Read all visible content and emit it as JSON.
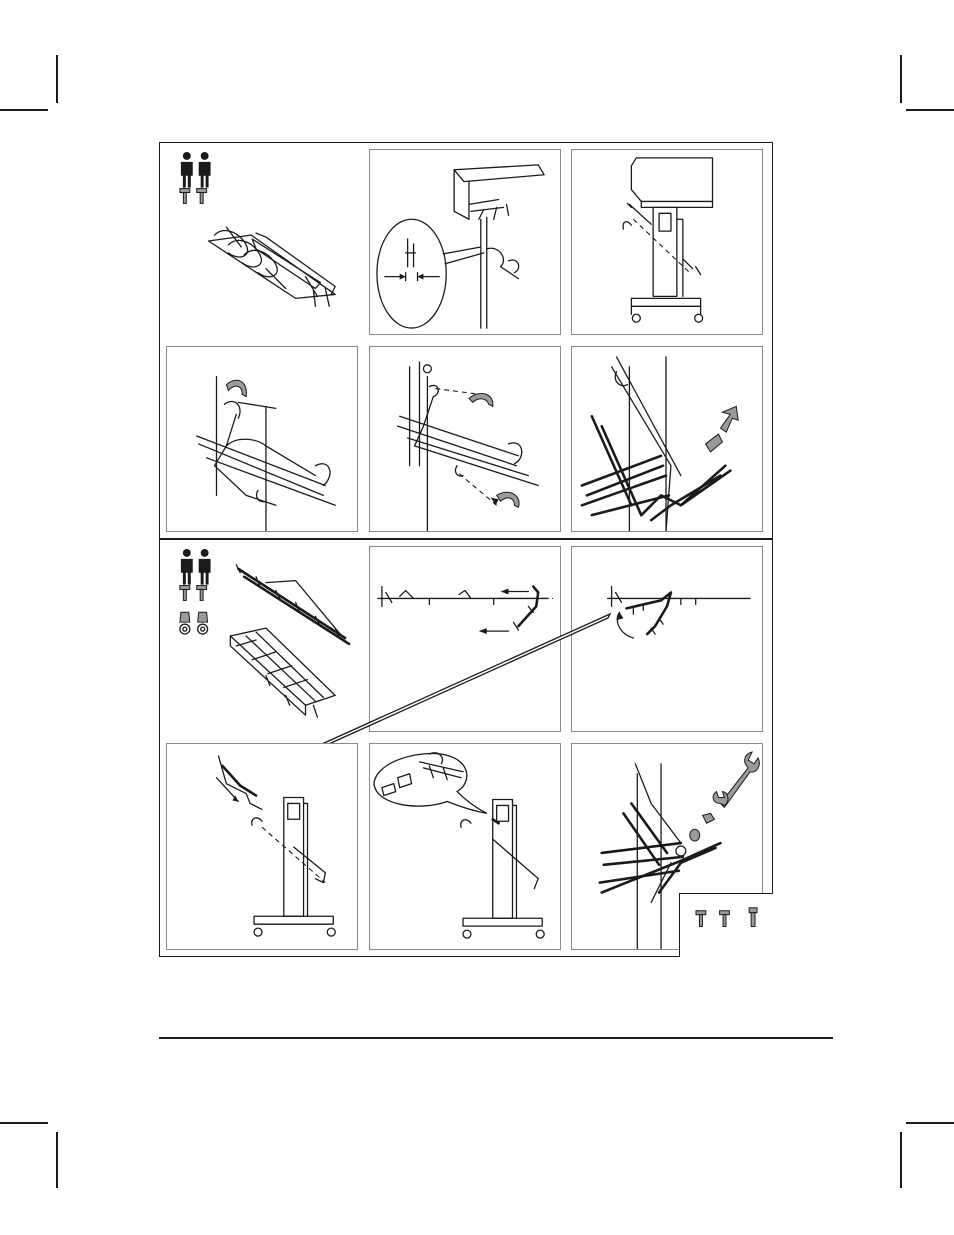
{
  "page": {
    "icons": {
      "persons": "two-persons-icon",
      "screws": "screw-icon",
      "nuts": "nut-icon",
      "washers": "washer-icon",
      "wrench": "wrench-icon",
      "rotate_arrow": "rotate-arrow-icon"
    },
    "colors": {
      "ink": "#1a1a1a",
      "panel_border": "#8a8a8a",
      "arrow_fill": "#9a9a9a"
    },
    "steps": [
      "parts-two-people-screws-bin",
      "printer-leg-clip-detail",
      "printer-stand-insert",
      "bin-hook-rotate",
      "bin-hook-screw",
      "bin-cap-remove",
      "parts-two-people-screws-nuts-washers-bins",
      "rail-slide",
      "rail-rotate",
      "stand-attach-rail",
      "stand-screw-detail",
      "wrench-tighten-screws"
    ]
  }
}
